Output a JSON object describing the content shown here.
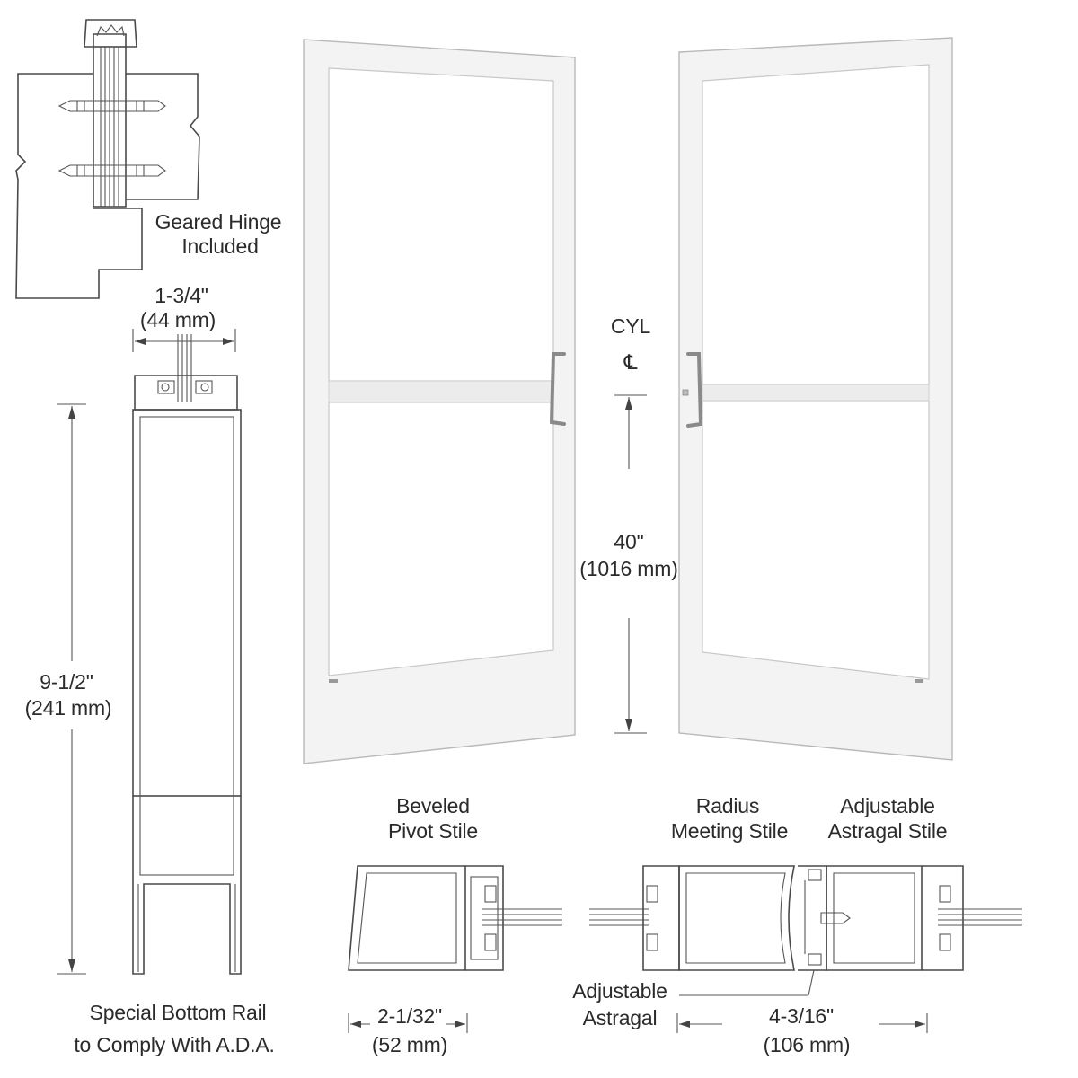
{
  "labels": {
    "hinge_line1": "Geared Hinge",
    "hinge_line2": "Included",
    "depth_in": "1-3/4\"",
    "depth_mm": "(44 mm)",
    "rail_in": "9-1/2\"",
    "rail_mm": "(241 mm)",
    "ada_line1": "Special Bottom Rail",
    "ada_line2": "to Comply With A.D.A.",
    "cyl": "CYL",
    "centerline": "℄",
    "height_in": "40\"",
    "height_mm": "(1016 mm)",
    "pivot_line1": "Beveled",
    "pivot_line2": "Pivot Stile",
    "meeting_line1": "Radius",
    "meeting_line2": "Meeting Stile",
    "astragal_stile_line1": "Adjustable",
    "astragal_stile_line2": "Astragal Stile",
    "pivot_in": "2-1/32\"",
    "pivot_mm": "(52 mm)",
    "astragal_line1": "Adjustable",
    "astragal_line2": "Astragal",
    "meeting_in": "4-3/16\"",
    "meeting_mm": "(106 mm)"
  },
  "colors": {
    "frame": "#f3f3f3",
    "line": "#4a4a4a",
    "text": "#2b2b2b"
  }
}
